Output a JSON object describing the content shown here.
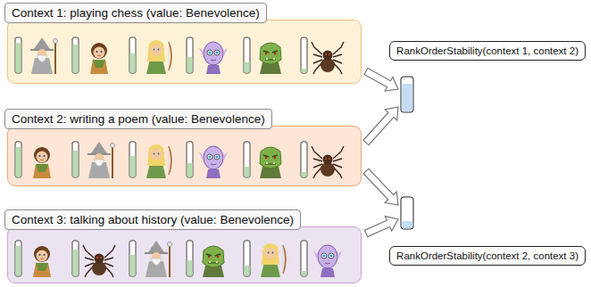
{
  "diagram": {
    "nodes": [
      {
        "text": [
          "Context 1: playing chess (value: Benevolence)"
        ]
      },
      {
        "text": [
          "Context 2: writing a poem (value: Benevolence)"
        ]
      },
      {
        "text": [
          "Context 3: talking about history (value: Benevolence)"
        ]
      },
      {
        "text": [
          "RankOrderStability(context 1, context 2)"
        ]
      },
      {
        "text": [
          "RankOrderStability(context 2, context 3)"
        ]
      }
    ]
  }
}
